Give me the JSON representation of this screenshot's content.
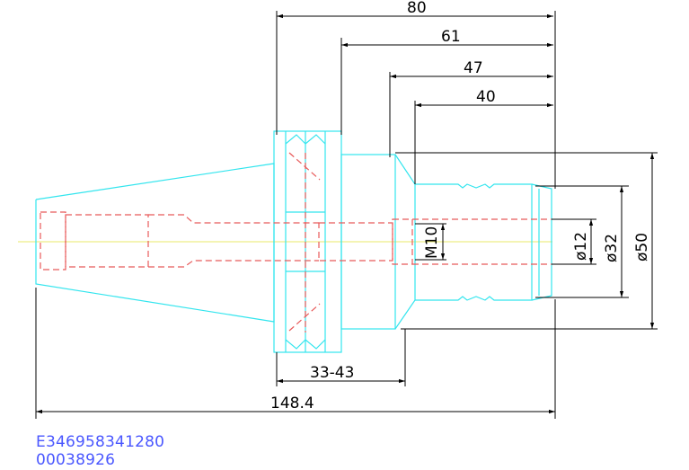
{
  "dimensions": {
    "len_80": "80",
    "len_61": "61",
    "len_47": "47",
    "len_40": "40",
    "dia_12": "ø12",
    "dia_32": "ø32",
    "dia_50": "ø50",
    "thread": "M10",
    "range": "33-43",
    "total": "148.4"
  },
  "codes": {
    "line1": "E346958341280",
    "line2": "00038926"
  },
  "colors": {
    "part_outline": "#33e5ee",
    "hidden_lines": "#e85a5a",
    "center_axis": "#e8e86a",
    "code_text": "#4a57ff"
  }
}
